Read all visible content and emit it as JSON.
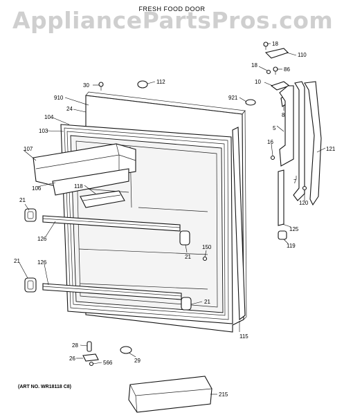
{
  "watermark": "AppliancePartsPros.com",
  "title": "FRESH FOOD DOOR",
  "art_number": "(ART NO. WR18118 C8)",
  "callouts": {
    "c18a": "18",
    "c110": "110",
    "c18b": "18",
    "c86": "86",
    "c10": "10",
    "c30": "30",
    "c112": "112",
    "c910": "910",
    "c921": "921",
    "c24": "24",
    "c8": "8",
    "c104": "104",
    "c103": "103",
    "c5": "5",
    "c16": "16",
    "c121": "121",
    "c107": "107",
    "c7": "7",
    "c106": "106",
    "c118": "118",
    "c120": "120",
    "c21a": "21",
    "c125": "125",
    "c126a": "126",
    "c119": "119",
    "c150": "150",
    "c21b": "21",
    "c21c": "21",
    "c126b": "126",
    "c21d": "21",
    "c115": "115",
    "c28": "28",
    "c26": "26",
    "c566": "566",
    "c29": "29",
    "c215": "215"
  }
}
